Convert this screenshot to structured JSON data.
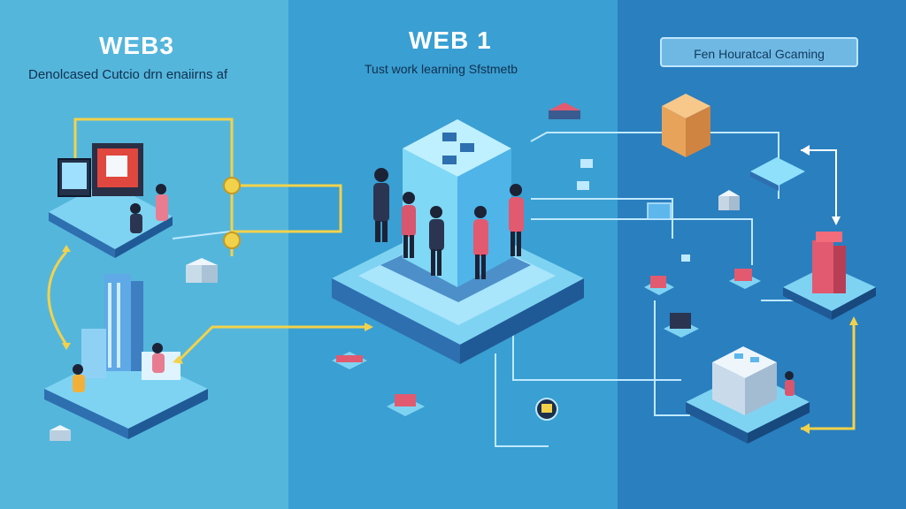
{
  "panels": {
    "left": {
      "title": "WEB3",
      "subtitle": "Denolcased Cutcio drn enaiirns af"
    },
    "center": {
      "title": "WEB 1",
      "subtitle": "Tust work learning Sfstmetb"
    },
    "right": {
      "label": "Fen Houratcal Gcaming"
    }
  },
  "colors": {
    "panel_left": "#55b6dc",
    "panel_center": "#3a9fd2",
    "panel_right": "#2a7fbf",
    "connector_yellow": "#f2d24b",
    "connector_light": "#bfe9ff",
    "platform_top": "#7fd3f2",
    "platform_side": "#2e6fb0"
  }
}
